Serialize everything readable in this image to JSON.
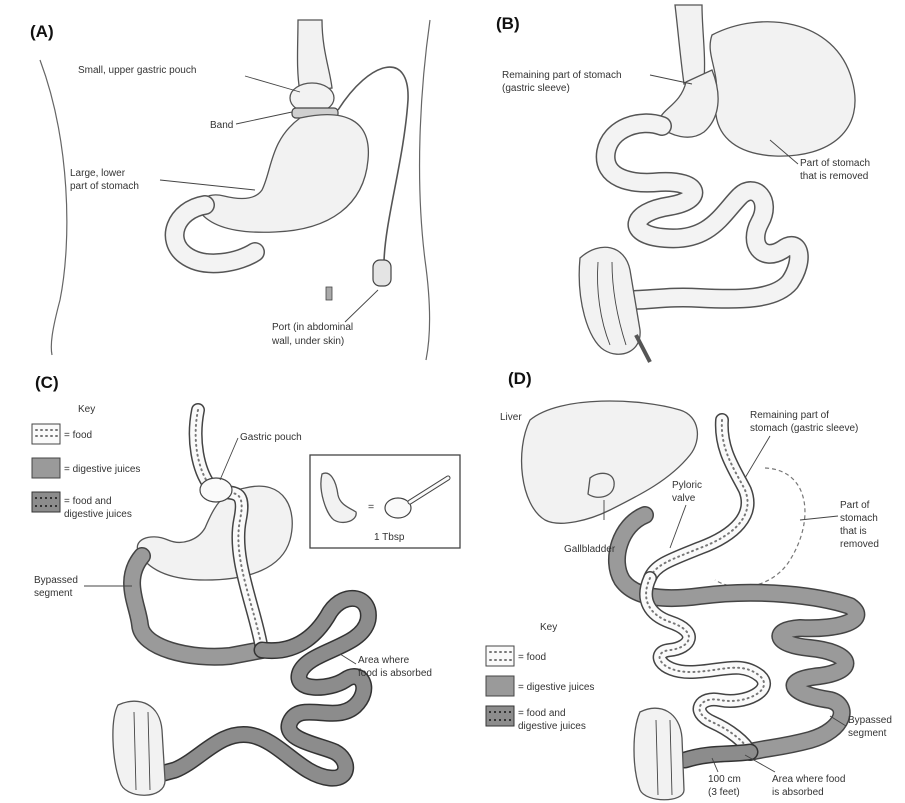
{
  "panels": {
    "a": {
      "letter": "(A)",
      "labels": {
        "pouch": "Small, upper gastric pouch",
        "band": "Band",
        "lower_1": "Large, lower",
        "lower_2": "part of stomach",
        "port_1": "Port (in abdominal",
        "port_2": "wall, under skin)"
      }
    },
    "b": {
      "letter": "(B)",
      "labels": {
        "remaining_1": "Remaining part of stomach",
        "remaining_2": "(gastric sleeve)",
        "removed_1": "Part of stomach",
        "removed_2": "that is removed"
      }
    },
    "c": {
      "letter": "(C)",
      "key_title": "Key",
      "key": [
        "= food",
        "= digestive juices",
        "= food and",
        "digestive juices"
      ],
      "labels": {
        "pouch": "Gastric pouch",
        "bypassed_1": "Bypassed",
        "bypassed_2": "segment",
        "absorbed_1": "Area where",
        "absorbed_2": "food is absorbed",
        "tbsp": "1 Tbsp"
      }
    },
    "d": {
      "letter": "(D)",
      "key_title": "Key",
      "key": [
        "= food",
        "= digestive juices",
        "= food and",
        "digestive juices"
      ],
      "labels": {
        "liver": "Liver",
        "remaining_1": "Remaining part of",
        "remaining_2": "stomach (gastric sleeve)",
        "pyloric_1": "Pyloric",
        "pyloric_2": "valve",
        "removed_1": "Part of",
        "removed_2": "stomach",
        "removed_3": "that is",
        "removed_4": "removed",
        "gallbladder": "Gallbladder",
        "bypassed_1": "Bypassed",
        "bypassed_2": "segment",
        "length_1": "100 cm",
        "length_2": "(3 feet)",
        "absorbed_1": "Area where food",
        "absorbed_2": "is absorbed"
      }
    }
  }
}
